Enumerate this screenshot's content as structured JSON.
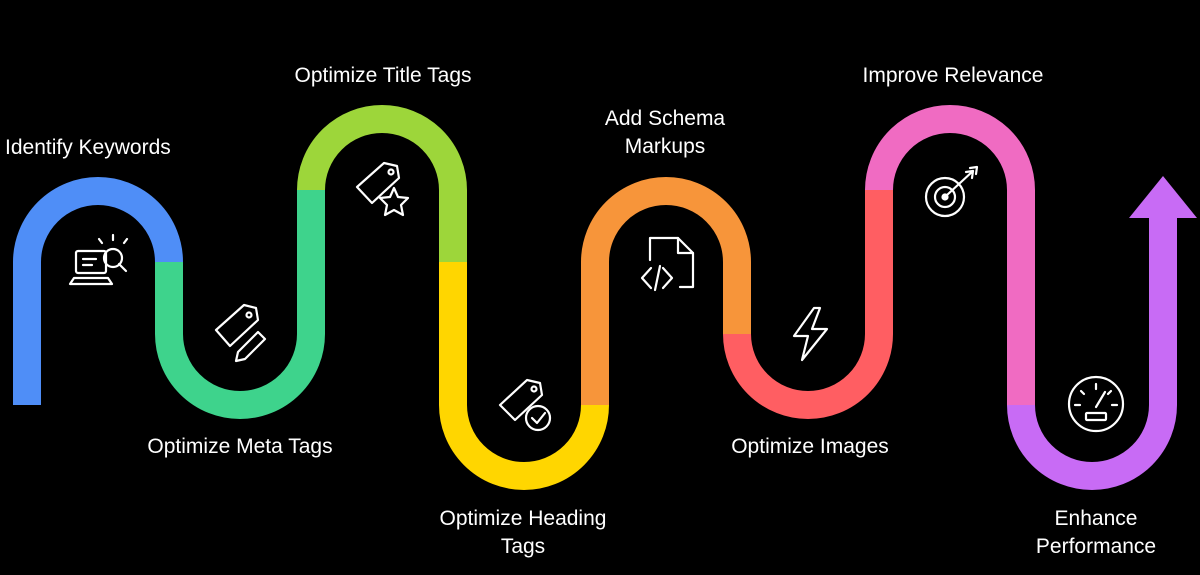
{
  "steps": [
    {
      "title": "Identify Keywords",
      "color": "#4F8EF7",
      "icon": "laptop-search-icon"
    },
    {
      "title": "Optimize Meta Tags",
      "color": "#3ED38C",
      "icon": "tag-pencil-icon"
    },
    {
      "title": "Optimize Title Tags",
      "color": "#9DD63A",
      "icon": "tag-star-icon"
    },
    {
      "title": "Optimize Heading Tags",
      "title_lines": [
        "Optimize Heading",
        "Tags"
      ],
      "color": "#FFD600",
      "icon": "tag-check-icon"
    },
    {
      "title": "Add Schema Markups",
      "title_lines": [
        "Add Schema",
        "Markups"
      ],
      "color": "#F7953A",
      "icon": "code-file-icon"
    },
    {
      "title": "Optimize Images",
      "color": "#FF5E62",
      "icon": "lightning-icon"
    },
    {
      "title": "Improve Relevance",
      "color": "#F06BC2",
      "icon": "target-icon"
    },
    {
      "title": "Enhance Performance",
      "title_lines": [
        "Enhance",
        "Performance"
      ],
      "color": "#C86BF5",
      "icon": "speedometer-icon"
    }
  ]
}
